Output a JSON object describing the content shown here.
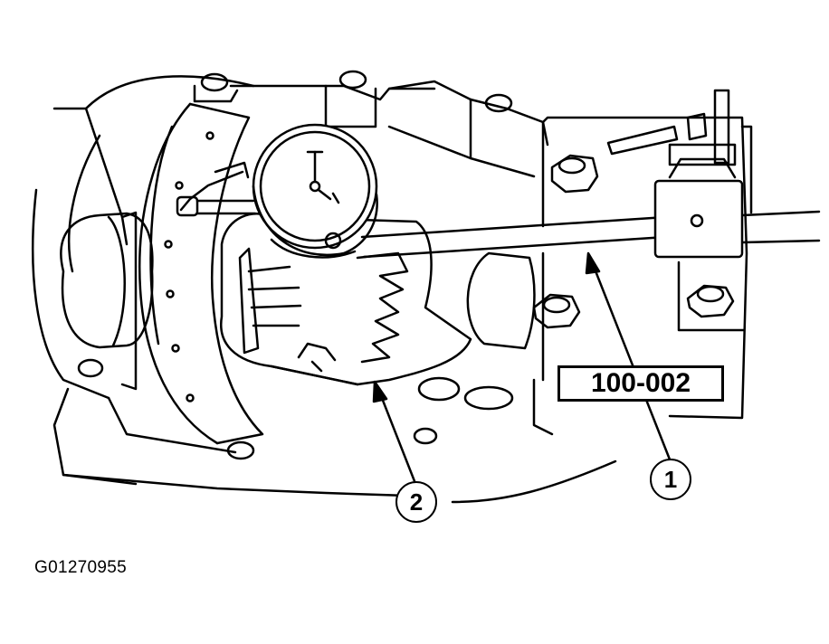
{
  "tool_label": "100-002",
  "callouts": [
    "1",
    "2"
  ],
  "figure_id": "G01270955"
}
